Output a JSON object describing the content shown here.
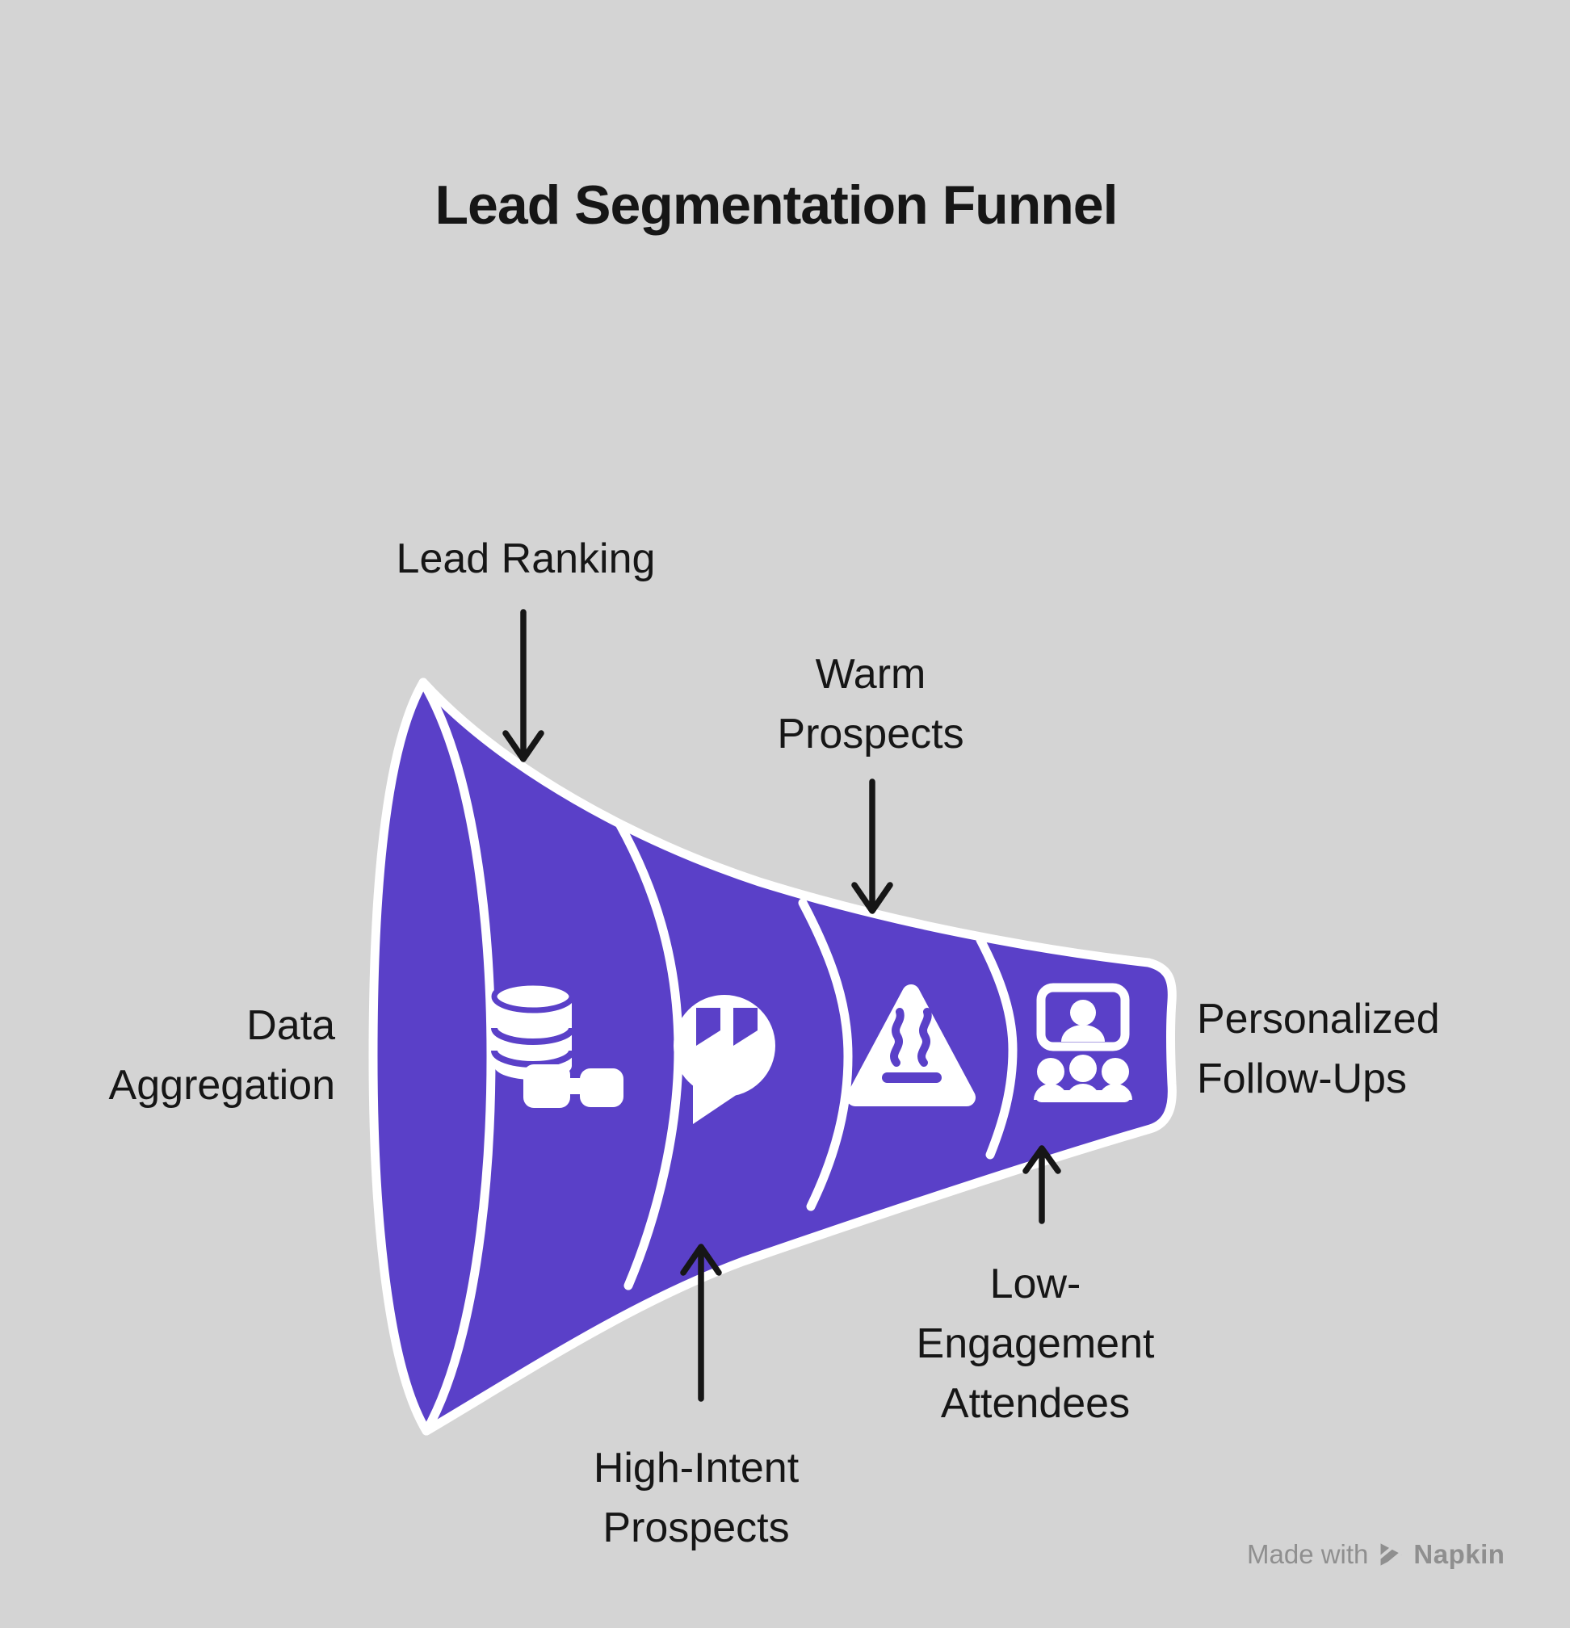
{
  "title": "Lead Segmentation Funnel",
  "funnel": {
    "stages": [
      {
        "label": "Data Aggregation",
        "icon": "funnel-bell-opening"
      },
      {
        "label": "Lead Ranking",
        "icon": "database-link-icon"
      },
      {
        "label": "High-Intent Prospects",
        "icon": "chat-quotes-icon"
      },
      {
        "label": "Warm Prospects",
        "icon": "hot-surface-warning-icon"
      },
      {
        "label": "Low-Engagement Attendees",
        "icon": "video-call-audience-icon"
      },
      {
        "label": "Personalized Follow-Ups",
        "icon": "funnel-output"
      }
    ]
  },
  "annotations": [
    {
      "id": "lead-ranking",
      "lines": [
        "Lead Ranking"
      ],
      "arrow": "down"
    },
    {
      "id": "warm-prospects",
      "lines": [
        "Warm",
        "Prospects"
      ],
      "arrow": "down"
    },
    {
      "id": "data-aggregation",
      "lines": [
        "Data",
        "Aggregation"
      ],
      "arrow": "none"
    },
    {
      "id": "high-intent-prospects",
      "lines": [
        "High-Intent",
        "Prospects"
      ],
      "arrow": "up"
    },
    {
      "id": "low-engagement-attendees",
      "lines": [
        "Low-",
        "Engagement",
        "Attendees"
      ],
      "arrow": "up"
    },
    {
      "id": "personalized-follow-ups",
      "lines": [
        "Personalized",
        "Follow-Ups"
      ],
      "arrow": "none"
    }
  ],
  "watermark": {
    "made_with": "Made with",
    "brand": "Napkin"
  },
  "icons": {
    "stage_icons": [
      "database-link-icon",
      "chat-quotes-icon",
      "hot-surface-warning-icon",
      "video-call-audience-icon"
    ],
    "watermark_icon": "napkin-logo-icon"
  },
  "colors": {
    "background": "#d4d4d4",
    "funnel_purple": "#5a40c8",
    "outline_white": "#ffffff",
    "text": "#161616",
    "watermark_gray": "#8f8f8f"
  }
}
